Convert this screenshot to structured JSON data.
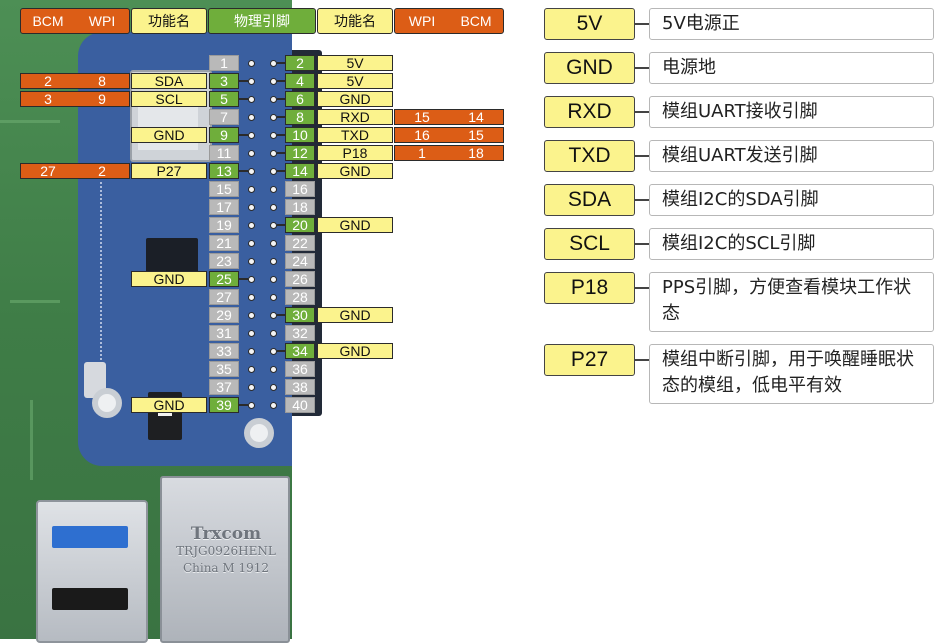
{
  "headers": {
    "left_bcm": "BCM",
    "left_wpi": "WPI",
    "left_func": "功能名",
    "center": "物理引脚",
    "right_func": "功能名",
    "right_wpi": "WPI",
    "right_bcm": "BCM"
  },
  "pins_odd": [
    {
      "num": "1",
      "func": "",
      "bcm": "",
      "wpi": "",
      "active": false
    },
    {
      "num": "3",
      "func": "SDA",
      "bcm": "2",
      "wpi": "8",
      "active": true
    },
    {
      "num": "5",
      "func": "SCL",
      "bcm": "3",
      "wpi": "9",
      "active": true
    },
    {
      "num": "7",
      "func": "",
      "bcm": "",
      "wpi": "",
      "active": false
    },
    {
      "num": "9",
      "func": "GND",
      "bcm": "",
      "wpi": "",
      "active": true
    },
    {
      "num": "11",
      "func": "",
      "bcm": "",
      "wpi": "",
      "active": false
    },
    {
      "num": "13",
      "func": "P27",
      "bcm": "27",
      "wpi": "2",
      "active": true
    },
    {
      "num": "15",
      "func": "",
      "bcm": "",
      "wpi": "",
      "active": false
    },
    {
      "num": "17",
      "func": "",
      "bcm": "",
      "wpi": "",
      "active": false
    },
    {
      "num": "19",
      "func": "",
      "bcm": "",
      "wpi": "",
      "active": false
    },
    {
      "num": "21",
      "func": "",
      "bcm": "",
      "wpi": "",
      "active": false
    },
    {
      "num": "23",
      "func": "",
      "bcm": "",
      "wpi": "",
      "active": false
    },
    {
      "num": "25",
      "func": "GND",
      "bcm": "",
      "wpi": "",
      "active": true
    },
    {
      "num": "27",
      "func": "",
      "bcm": "",
      "wpi": "",
      "active": false
    },
    {
      "num": "29",
      "func": "",
      "bcm": "",
      "wpi": "",
      "active": false
    },
    {
      "num": "31",
      "func": "",
      "bcm": "",
      "wpi": "",
      "active": false
    },
    {
      "num": "33",
      "func": "",
      "bcm": "",
      "wpi": "",
      "active": false
    },
    {
      "num": "35",
      "func": "",
      "bcm": "",
      "wpi": "",
      "active": false
    },
    {
      "num": "37",
      "func": "",
      "bcm": "",
      "wpi": "",
      "active": false
    },
    {
      "num": "39",
      "func": "GND",
      "bcm": "",
      "wpi": "",
      "active": true
    }
  ],
  "pins_even": [
    {
      "num": "2",
      "func": "5V",
      "bcm": "",
      "wpi": "",
      "active": true
    },
    {
      "num": "4",
      "func": "5V",
      "bcm": "",
      "wpi": "",
      "active": true
    },
    {
      "num": "6",
      "func": "GND",
      "bcm": "",
      "wpi": "",
      "active": true
    },
    {
      "num": "8",
      "func": "RXD",
      "bcm": "14",
      "wpi": "15",
      "active": true
    },
    {
      "num": "10",
      "func": "TXD",
      "bcm": "15",
      "wpi": "16",
      "active": true
    },
    {
      "num": "12",
      "func": "P18",
      "bcm": "18",
      "wpi": "1",
      "active": true
    },
    {
      "num": "14",
      "func": "GND",
      "bcm": "",
      "wpi": "",
      "active": true
    },
    {
      "num": "16",
      "func": "",
      "bcm": "",
      "wpi": "",
      "active": false
    },
    {
      "num": "18",
      "func": "",
      "bcm": "",
      "wpi": "",
      "active": false
    },
    {
      "num": "20",
      "func": "GND",
      "bcm": "",
      "wpi": "",
      "active": true
    },
    {
      "num": "22",
      "func": "",
      "bcm": "",
      "wpi": "",
      "active": false
    },
    {
      "num": "24",
      "func": "",
      "bcm": "",
      "wpi": "",
      "active": false
    },
    {
      "num": "26",
      "func": "",
      "bcm": "",
      "wpi": "",
      "active": false
    },
    {
      "num": "28",
      "func": "",
      "bcm": "",
      "wpi": "",
      "active": false
    },
    {
      "num": "30",
      "func": "GND",
      "bcm": "",
      "wpi": "",
      "active": true
    },
    {
      "num": "32",
      "func": "",
      "bcm": "",
      "wpi": "",
      "active": false
    },
    {
      "num": "34",
      "func": "GND",
      "bcm": "",
      "wpi": "",
      "active": true
    },
    {
      "num": "36",
      "func": "",
      "bcm": "",
      "wpi": "",
      "active": false
    },
    {
      "num": "38",
      "func": "",
      "bcm": "",
      "wpi": "",
      "active": false
    },
    {
      "num": "40",
      "func": "",
      "bcm": "",
      "wpi": "",
      "active": false
    }
  ],
  "legend": [
    {
      "key": "5V",
      "desc": "5V电源正"
    },
    {
      "key": "GND",
      "desc": "电源地"
    },
    {
      "key": "RXD",
      "desc": "模组UART接收引脚"
    },
    {
      "key": "TXD",
      "desc": "模组UART发送引脚"
    },
    {
      "key": "SDA",
      "desc": "模组I2C的SDA引脚"
    },
    {
      "key": "SCL",
      "desc": "模组I2C的SCL引脚"
    },
    {
      "key": "P18",
      "desc": "PPS引脚，方便查看模块工作状态"
    },
    {
      "key": "P27",
      "desc": "模组中断引脚，用于唤醒睡眠状态的模组，低电平有效"
    }
  ],
  "board_text": {
    "eth_brand": "Trxcom",
    "eth_model": "TRJG0926HENL",
    "eth_origin": "China M 1912"
  },
  "colors": {
    "bcm_wpi": "#dc5d16",
    "func": "#fbf38d",
    "pin_active": "#6fae3b",
    "pin_inactive": "#b9b9b9",
    "pcb_green": "#3f7d47",
    "hat_blue": "#3a5fa0"
  }
}
